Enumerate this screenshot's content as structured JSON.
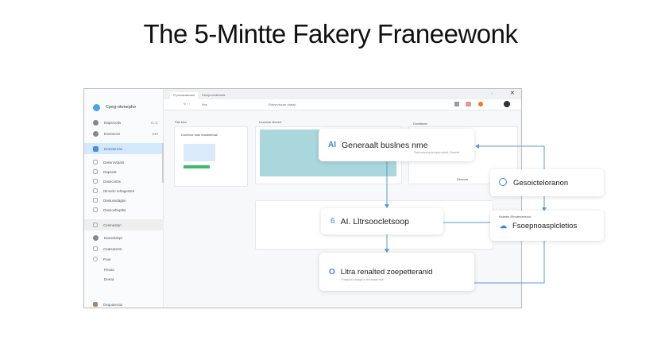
{
  "title": "The 5-Mintte Fakery Franeewonk",
  "sidebar": {
    "app_name": "Cpeg-otenepho",
    "items": [
      {
        "label": "Dapsrocits",
        "count": "IC:C"
      },
      {
        "label": "Darstuces",
        "count": "640"
      },
      {
        "label": "Doestoreas"
      },
      {
        "label": "Dassrovtaats"
      },
      {
        "label": "Dapseitt"
      },
      {
        "label": "Dasecvints"
      },
      {
        "label": "Dimurin rehagesteit"
      },
      {
        "label": "Dastussdagtin"
      },
      {
        "label": "Daszoshepthit"
      },
      {
        "label": "Cesmestun"
      },
      {
        "label": "Dansdulept"
      },
      {
        "label": "Ceatsotentt"
      },
      {
        "label": "Poar"
      },
      {
        "label": "Peusa"
      },
      {
        "label": "Deeat"
      },
      {
        "label": "Dequatecas"
      }
    ]
  },
  "browser": {
    "tabs": [
      "Pl.posuzoatosaot",
      "Parlopcnooteradas"
    ],
    "address": "Nxs",
    "search": "Rabsrvtscan dratak"
  },
  "cards": [
    {
      "label": "Pab eesi",
      "title": "Dureinod ratar dhatlaitenak"
    },
    {
      "label": "Dosonue dtvezer"
    },
    {
      "label": "Domitaiors",
      "footer": "Dkesoar"
    }
  ],
  "overlays": {
    "a": {
      "icon": "AI",
      "title": "Generaalt buslnes nme",
      "sub": "Rahasaotoplectpunoteat Gasset"
    },
    "b": {
      "icon": "6",
      "title": "AI. Lltrsoocletsoop"
    },
    "c": {
      "icon": "O",
      "title": "Lltra renalted zoepetteranid",
      "sub": "Panpsa elangeo stedtatatnste"
    },
    "d": {
      "title": "Gesoicteloranon"
    },
    "e": {
      "label": "Kstelen Efnotenaessor",
      "title": "Fsoepnoasplcletios"
    }
  },
  "colors": {
    "accent": "#3a86d4",
    "line": "#5b9bd5",
    "selected": "#d6e8fb",
    "hero": "#a9d7dc",
    "button": "#3dba6a"
  }
}
